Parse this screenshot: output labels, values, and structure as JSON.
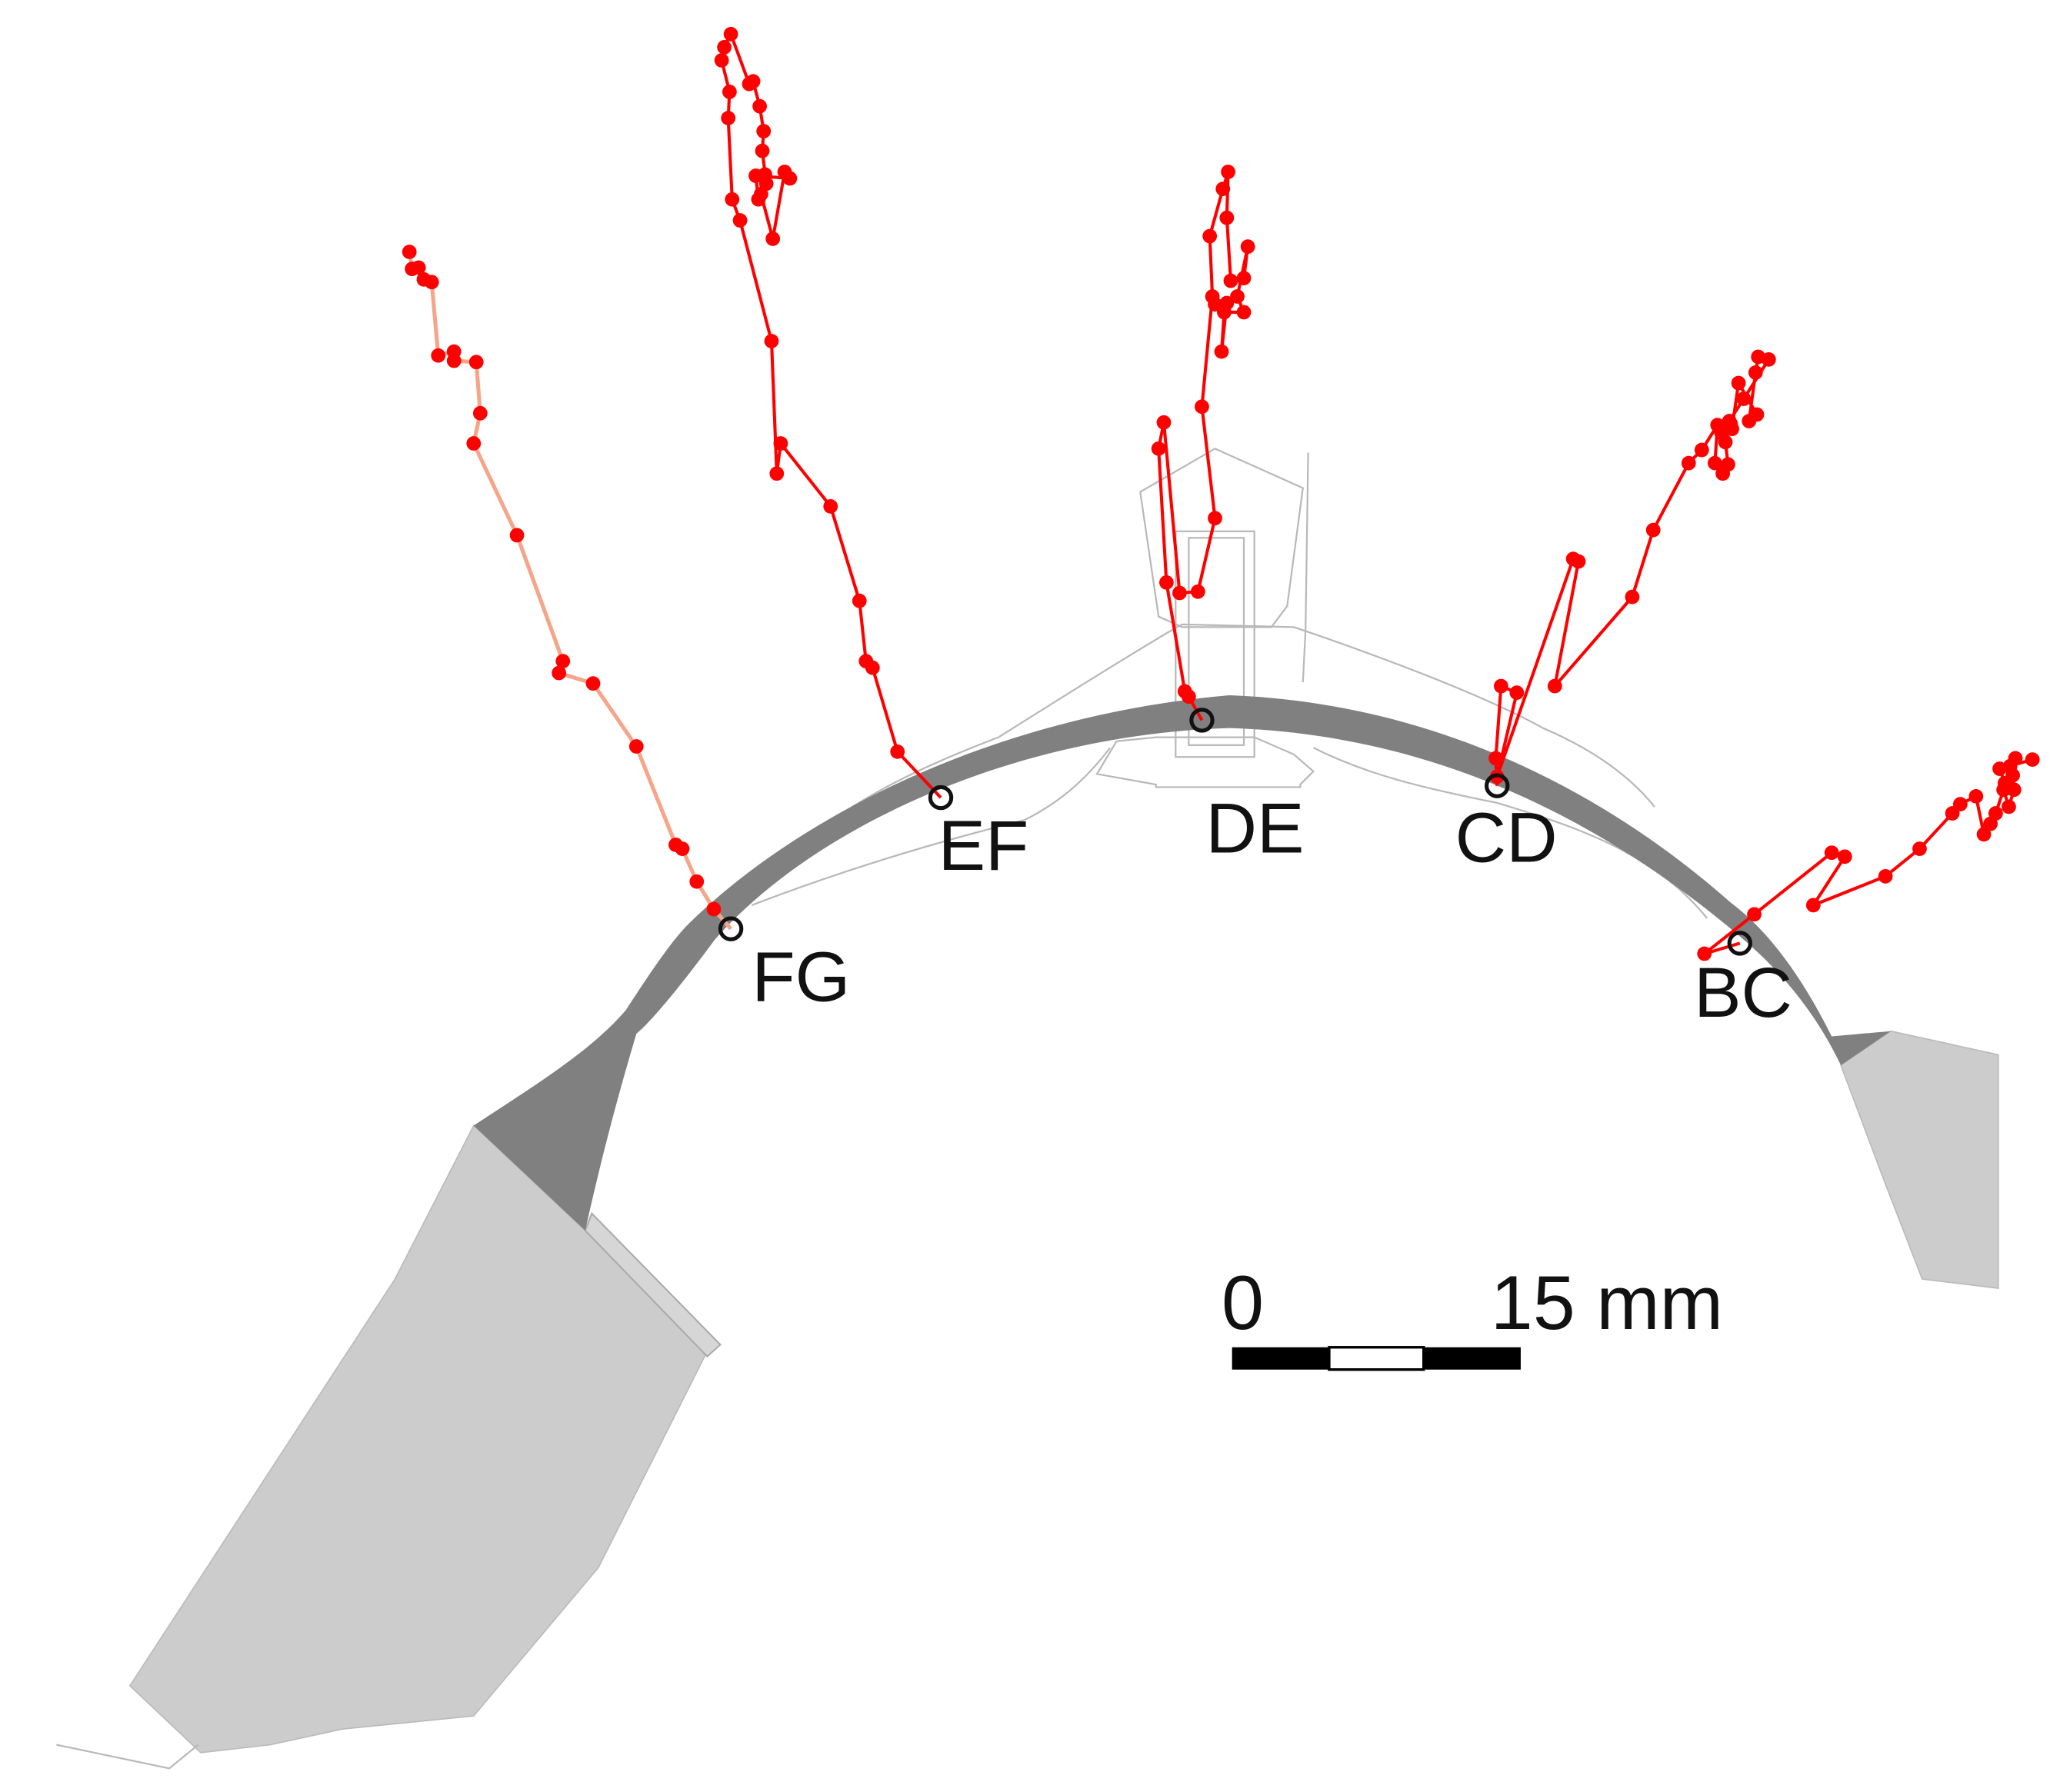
{
  "markers": [
    {
      "id": "FG",
      "label": "FG"
    },
    {
      "id": "EF",
      "label": "EF"
    },
    {
      "id": "DE",
      "label": "DE"
    },
    {
      "id": "CD",
      "label": "CD"
    },
    {
      "id": "BC",
      "label": "BC"
    }
  ],
  "scale_bar": {
    "zero_label": "0",
    "end_label": "15 mm"
  },
  "colors": {
    "track": "#ff0000",
    "track_faded": "#f4a58a",
    "arch": "#808080",
    "base": "#cccccc",
    "outline": "#b8b8b8",
    "marker": "#111111"
  }
}
